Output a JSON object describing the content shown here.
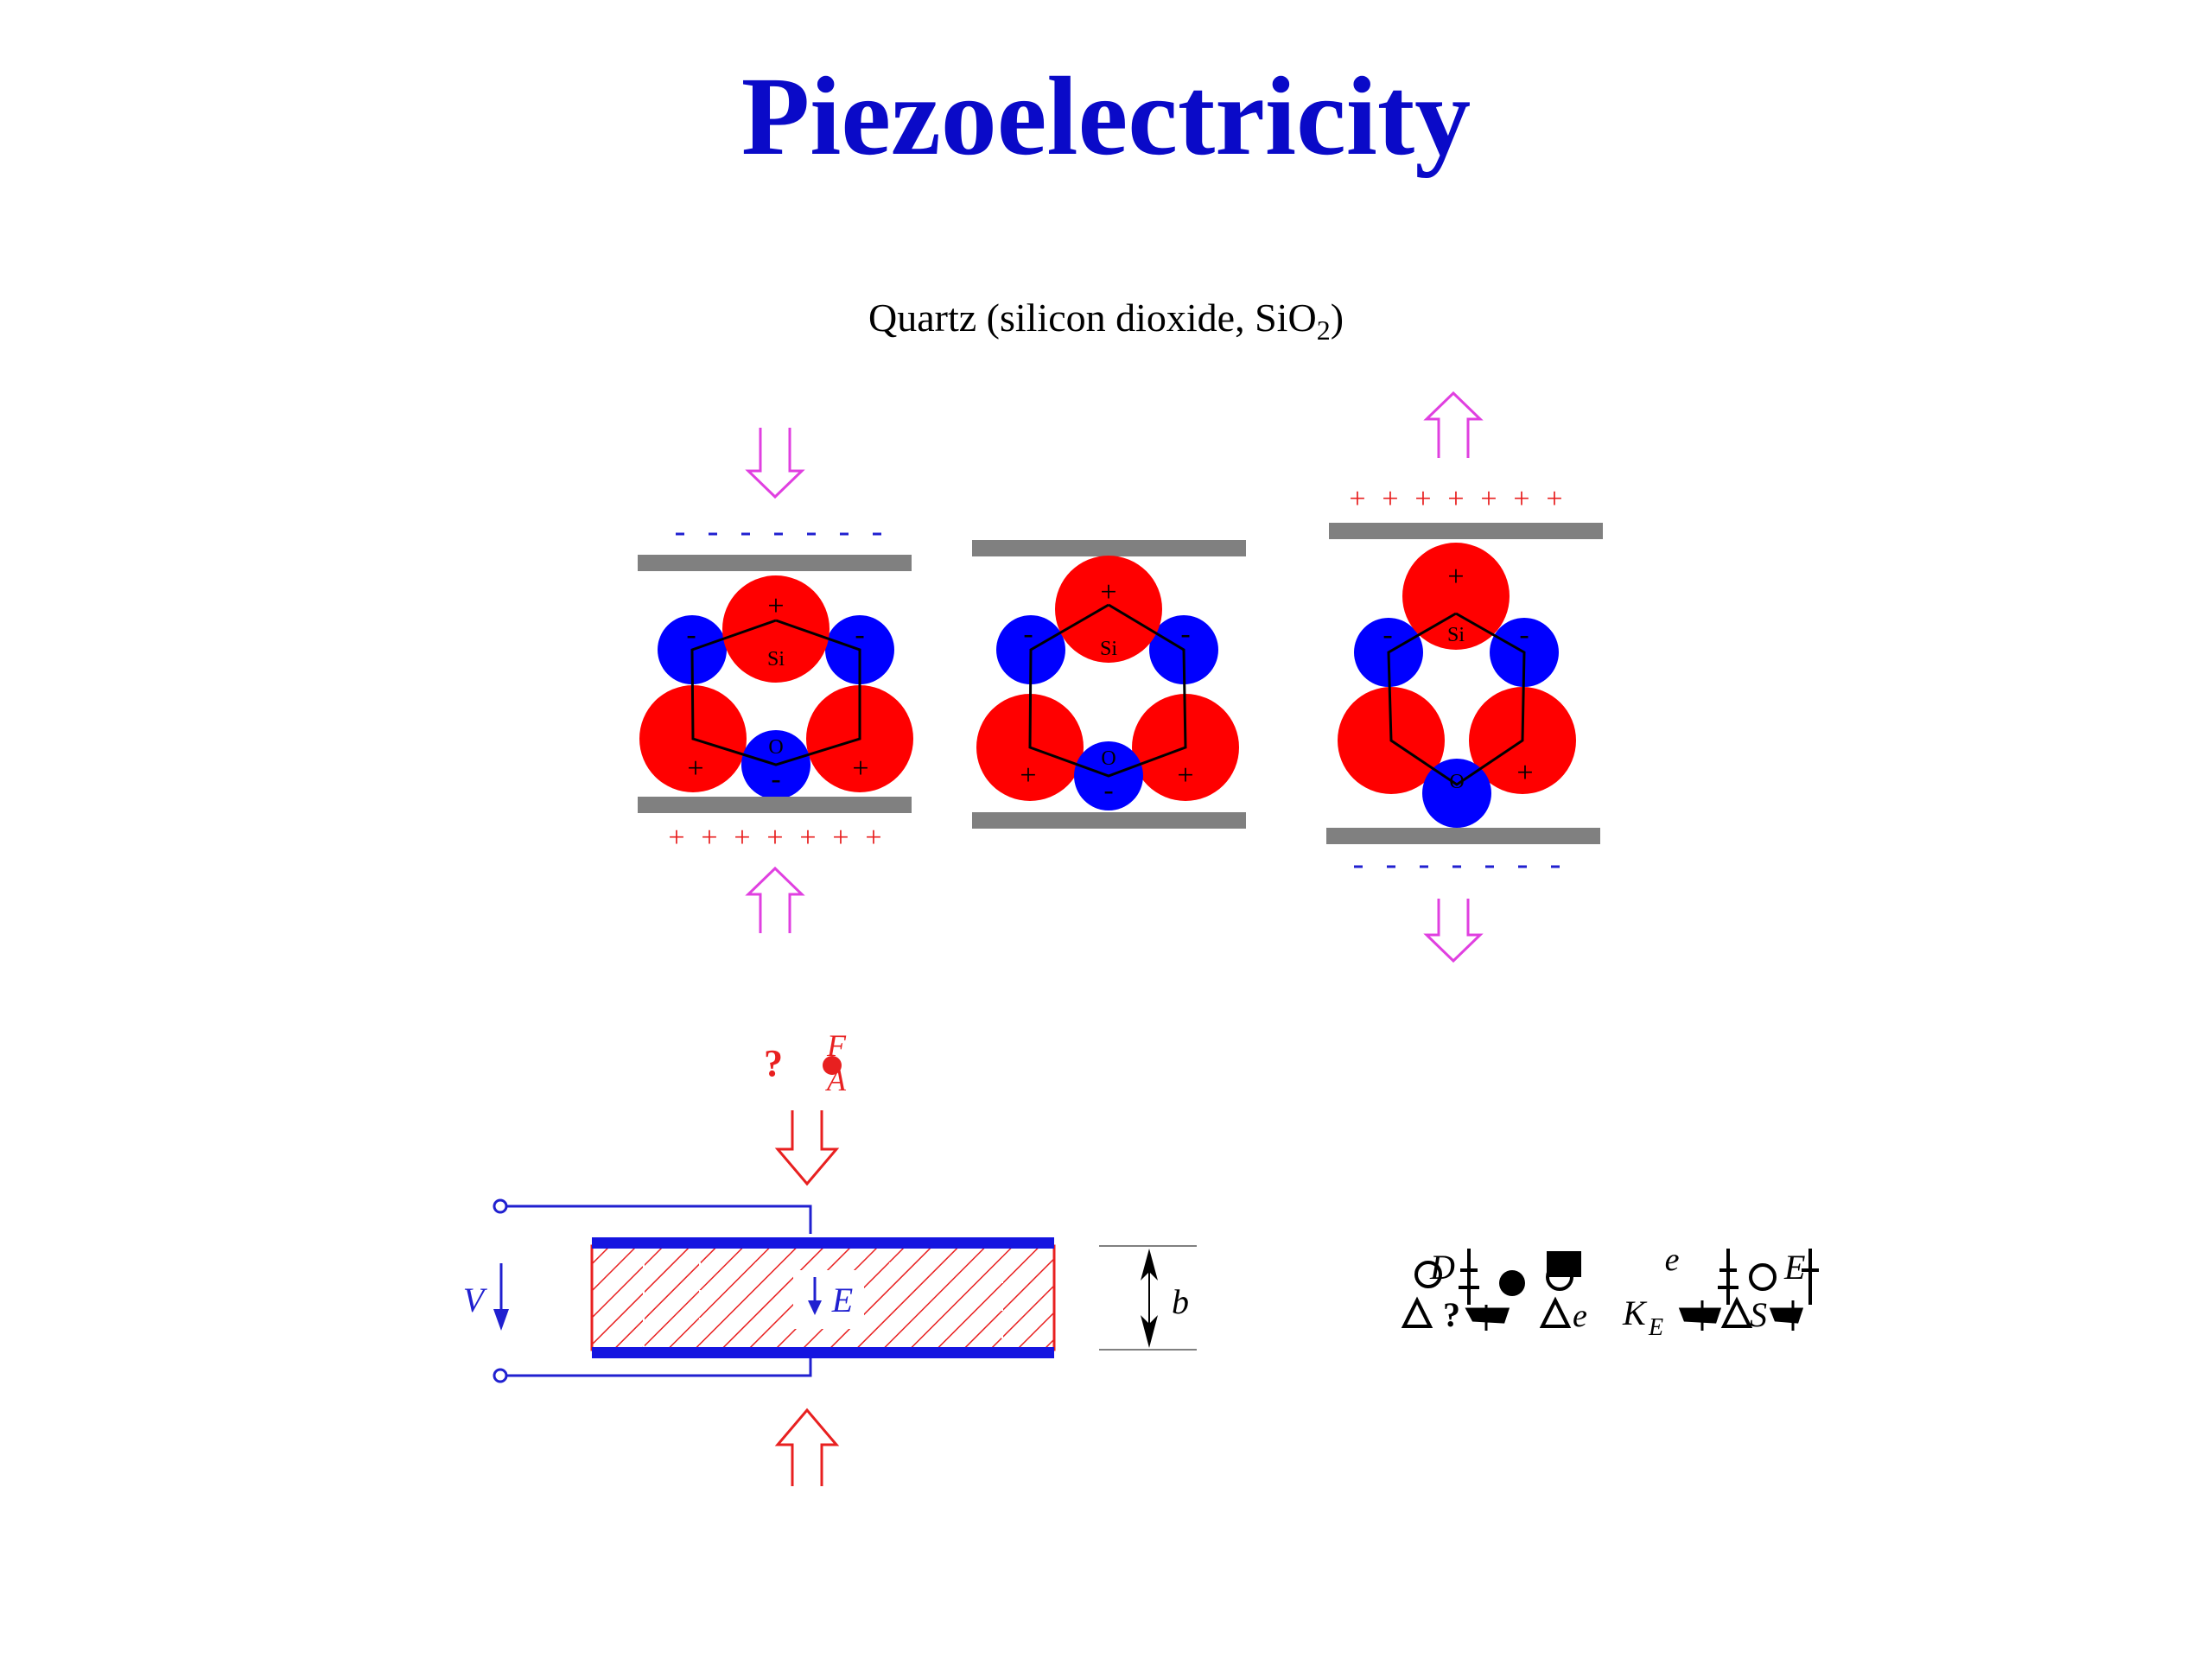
{
  "title": "Piezoelectricity",
  "subtitle": {
    "main": "Quartz (silicon dioxide, SiO",
    "sub": "2",
    "close": ")"
  },
  "crystal": {
    "atom_si_label": "Si",
    "atom_o_label": "O",
    "plus": "+",
    "minus": "-",
    "plate_color": "#808080",
    "si_color": "#ff0000",
    "o_color": "#0000ff",
    "arrow_color": "#e040e0"
  },
  "circuit": {
    "force_label": "F",
    "area_label": "A",
    "question": "?",
    "voltage_label": "V",
    "field_label": "E",
    "thickness_label": "b",
    "color": "#e82020",
    "wire_color": "#2020d0"
  },
  "equations": {
    "line1_left": "D",
    "line1_e": "e",
    "line1_right": "E",
    "line2_left": "?",
    "line2_e": "e",
    "line2_k": "K",
    "line2_k_sub": "E",
    "line2_right": "S"
  }
}
